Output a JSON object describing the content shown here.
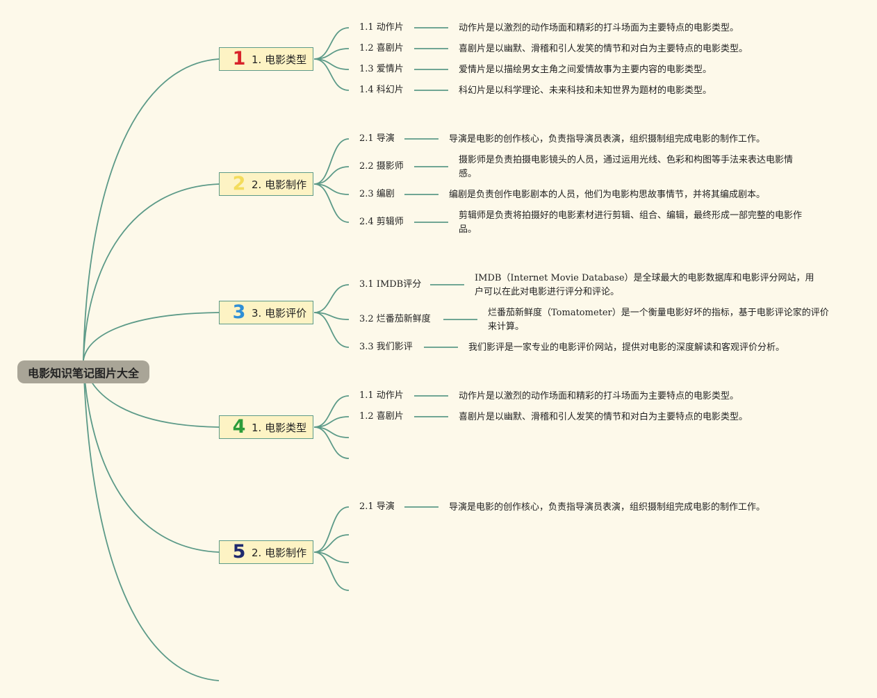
{
  "root": {
    "label": "电影知识笔记图片大全"
  },
  "branches": [
    {
      "number": "1",
      "number_color": "#d8232a",
      "label": "1. 电影类型",
      "items": [
        {
          "label": "1.1 动作片",
          "desc": "动作片是以激烈的动作场面和精彩的打斗场面为主要特点的电影类型。"
        },
        {
          "label": "1.2 喜剧片",
          "desc": "喜剧片是以幽默、滑稽和引人发笑的情节和对白为主要特点的电影类型。"
        },
        {
          "label": "1.3 爱情片",
          "desc": "爱情片是以描绘男女主角之间爱情故事为主要内容的电影类型。"
        },
        {
          "label": "1.4 科幻片",
          "desc": "科幻片是以科学理论、未来科技和未知世界为题材的电影类型。"
        }
      ]
    },
    {
      "number": "2",
      "number_color": "#f3dc5c",
      "label": "2. 电影制作",
      "items": [
        {
          "label": "2.1 导演",
          "desc": "导演是电影的创作核心，负责指导演员表演，组织摄制组完成电影的制作工作。"
        },
        {
          "label": "2.2 摄影师",
          "desc": "摄影师是负责拍摄电影镜头的人员，通过运用光线、色彩和构图等手法来表达电影情感。"
        },
        {
          "label": "2.3 编剧",
          "desc": "编剧是负责创作电影剧本的人员，他们为电影构思故事情节，并将其编成剧本。"
        },
        {
          "label": "2.4 剪辑师",
          "desc": "剪辑师是负责将拍摄好的电影素材进行剪辑、组合、编辑，最终形成一部完整的电影作品。"
        }
      ]
    },
    {
      "number": "3",
      "number_color": "#2f8fd6",
      "label": "3. 电影评价",
      "items": [
        {
          "label": "3.1 IMDB评分",
          "desc": "IMDB（Internet Movie Database）是全球最大的电影数据库和电影评分网站，用户可以在此对电影进行评分和评论。"
        },
        {
          "label": "3.2 烂番茄新鲜度",
          "desc": "烂番茄新鲜度（Tomatometer）是一个衡量电影好坏的指标，基于电影评论家的评价来计算。"
        },
        {
          "label": "3.3 我们影评",
          "desc": "我们影评是一家专业的电影评价网站，提供对电影的深度解读和客观评价分析。"
        }
      ]
    },
    {
      "number": "4",
      "number_color": "#2c9c3a",
      "label": "1. 电影类型",
      "items": [
        {
          "label": "1.1 动作片",
          "desc": "动作片是以激烈的动作场面和精彩的打斗场面为主要特点的电影类型。"
        },
        {
          "label": "1.2 喜剧片",
          "desc": "喜剧片是以幽默、滑稽和引人发笑的情节和对白为主要特点的电影类型。"
        },
        {
          "label": "",
          "desc": ""
        },
        {
          "label": "",
          "desc": ""
        }
      ]
    },
    {
      "number": "5",
      "number_color": "#1f2a6e",
      "label": "2. 电影制作",
      "items": [
        {
          "label": "2.1 导演",
          "desc": "导演是电影的创作核心，负责指导演员表演，组织摄制组完成电影的制作工作。"
        },
        {
          "label": "",
          "desc": ""
        },
        {
          "label": "",
          "desc": ""
        },
        {
          "label": "",
          "desc": ""
        }
      ]
    },
    {
      "number": "",
      "number_color": "",
      "label": "",
      "items": []
    }
  ],
  "colors": {
    "line": "#5c9a88",
    "background": "#fdf9ea",
    "root_fill": "#a9a597",
    "branch_fill": "#fdf3c4"
  }
}
